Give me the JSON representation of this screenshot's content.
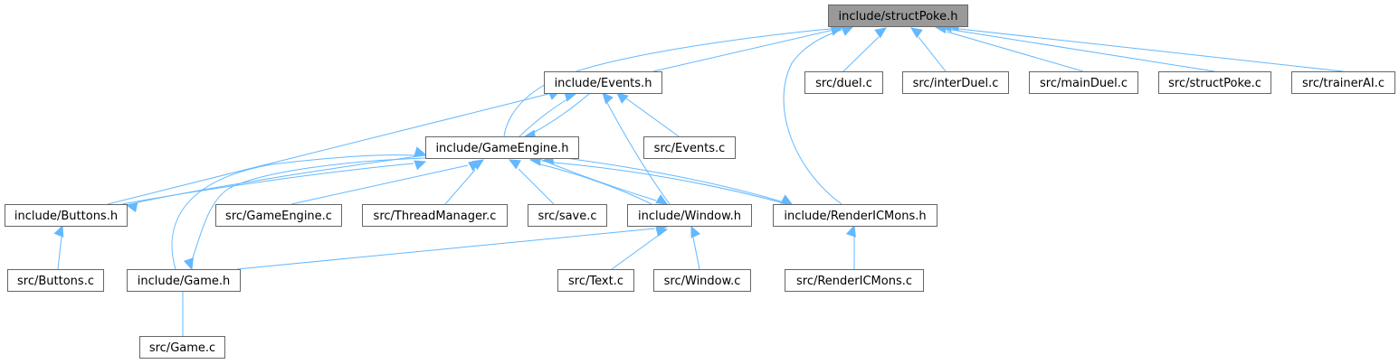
{
  "graph": {
    "edge_color": "#63b8ff",
    "node_border_color": "#666666",
    "focus_fill_color": "#999999",
    "nodes": [
      {
        "id": "structPoke_h",
        "label": "include/structPoke.h",
        "focus": true
      },
      {
        "id": "events_h",
        "label": "include/Events.h"
      },
      {
        "id": "duel_c",
        "label": "src/duel.c"
      },
      {
        "id": "interDuel_c",
        "label": "src/interDuel.c"
      },
      {
        "id": "mainDuel_c",
        "label": "src/mainDuel.c"
      },
      {
        "id": "structPoke_c",
        "label": "src/structPoke.c"
      },
      {
        "id": "trainerAI_c",
        "label": "src/trainerAI.c"
      },
      {
        "id": "gameEngine_h",
        "label": "include/GameEngine.h"
      },
      {
        "id": "events_c",
        "label": "src/Events.c"
      },
      {
        "id": "buttons_h",
        "label": "include/Buttons.h"
      },
      {
        "id": "gameEngine_c",
        "label": "src/GameEngine.c"
      },
      {
        "id": "threadManager_c",
        "label": "src/ThreadManager.c"
      },
      {
        "id": "save_c",
        "label": "src/save.c"
      },
      {
        "id": "window_h",
        "label": "include/Window.h"
      },
      {
        "id": "renderICMons_h",
        "label": "include/RenderICMons.h"
      },
      {
        "id": "buttons_c",
        "label": "src/Buttons.c"
      },
      {
        "id": "game_h",
        "label": "include/Game.h"
      },
      {
        "id": "text_c",
        "label": "src/Text.c"
      },
      {
        "id": "window_c",
        "label": "src/Window.c"
      },
      {
        "id": "renderICMons_c",
        "label": "src/RenderICMons.c"
      },
      {
        "id": "game_c",
        "label": "src/Game.c"
      }
    ],
    "edges": [
      {
        "from": "events_h",
        "to": "structPoke_h"
      },
      {
        "from": "gameEngine_h",
        "to": "structPoke_h"
      },
      {
        "from": "renderICMons_h",
        "to": "structPoke_h"
      },
      {
        "from": "duel_c",
        "to": "structPoke_h"
      },
      {
        "from": "interDuel_c",
        "to": "structPoke_h"
      },
      {
        "from": "mainDuel_c",
        "to": "structPoke_h"
      },
      {
        "from": "structPoke_c",
        "to": "structPoke_h"
      },
      {
        "from": "trainerAI_c",
        "to": "structPoke_h"
      },
      {
        "from": "gameEngine_h",
        "to": "events_h"
      },
      {
        "from": "events_h",
        "to": "gameEngine_h"
      },
      {
        "from": "buttons_h",
        "to": "events_h"
      },
      {
        "from": "events_c",
        "to": "events_h"
      },
      {
        "from": "window_h",
        "to": "events_h"
      },
      {
        "from": "buttons_h",
        "to": "gameEngine_h"
      },
      {
        "from": "gameEngine_h",
        "to": "buttons_h"
      },
      {
        "from": "gameEngine_c",
        "to": "gameEngine_h"
      },
      {
        "from": "threadManager_c",
        "to": "gameEngine_h"
      },
      {
        "from": "save_c",
        "to": "gameEngine_h"
      },
      {
        "from": "window_h",
        "to": "gameEngine_h"
      },
      {
        "from": "gameEngine_h",
        "to": "window_h"
      },
      {
        "from": "renderICMons_h",
        "to": "gameEngine_h"
      },
      {
        "from": "gameEngine_h",
        "to": "renderICMons_h"
      },
      {
        "from": "game_h",
        "to": "gameEngine_h"
      },
      {
        "from": "gameEngine_h",
        "to": "game_h"
      },
      {
        "from": "buttons_c",
        "to": "buttons_h"
      },
      {
        "from": "game_h",
        "to": "window_h"
      },
      {
        "from": "text_c",
        "to": "window_h"
      },
      {
        "from": "window_c",
        "to": "window_h"
      },
      {
        "from": "renderICMons_c",
        "to": "renderICMons_h"
      },
      {
        "from": "game_c",
        "to": "game_h"
      }
    ]
  }
}
